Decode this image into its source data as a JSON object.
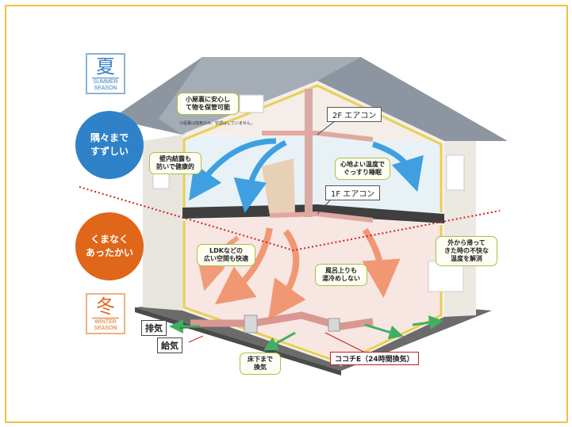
{
  "seasons": {
    "summer": {
      "kanji": "夏",
      "line1": "SUMMER",
      "line2": "SEASON",
      "color": "#3a80c0"
    },
    "winter": {
      "kanji": "冬",
      "line1": "WINTER",
      "line2": "SEASON",
      "color": "#e06a20"
    }
  },
  "badges": {
    "summer_line1": "隅々まで",
    "summer_line2": "すずしい",
    "summer_color": "#2f82c8",
    "winter_line1": "くまなく",
    "winter_line2": "あったかい",
    "winter_color": "#e0661a"
  },
  "labels": {
    "attic_line1": "小屋裏に安心し",
    "attic_line2": "て物を保管可能",
    "attic_note": "小屋裏は換気のみ、空調はしていません。",
    "wall_line1": "壁内結露も",
    "wall_line2": "防いで健康的",
    "sleep_line1": "心地よい温度で",
    "sleep_line2": "ぐっすり睡眠",
    "ldk_line1": "LDKなどの",
    "ldk_line2": "広い空間も快適",
    "bath_line1": "風呂上りも",
    "bath_line2": "湯冷めしない",
    "return_line1": "外から帰って",
    "return_line2": "きた時の不快な",
    "return_line3": "温度を解消",
    "floor_line1": "床下まで",
    "floor_line2": "換気"
  },
  "aircon": {
    "upper": "2F エアコン",
    "lower": "1F エアコン"
  },
  "vent": {
    "exhaust": "排気",
    "supply": "給気",
    "system": "ココチE（24時間換気）"
  }
}
